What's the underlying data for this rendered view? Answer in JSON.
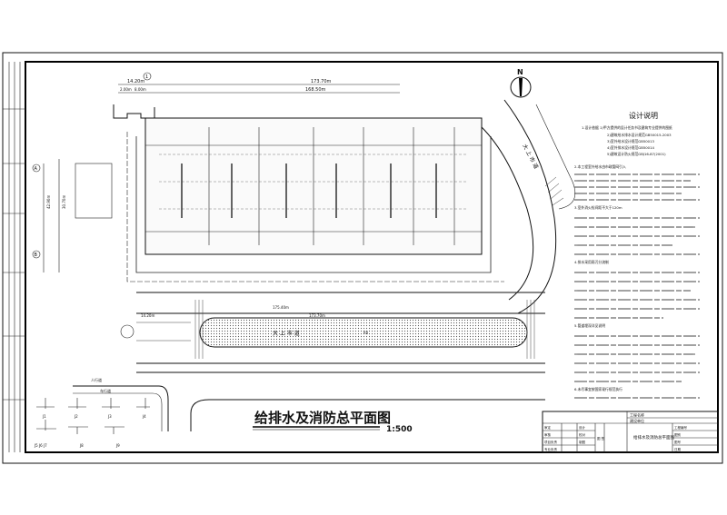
{
  "drawing": {
    "title": "给排水及消防总平面图",
    "scale": "1:500",
    "north_label": "N",
    "notes_title": "设计说明",
    "notes_lines": [
      "1.设计依据 1)甲方提供的设计任务书及建筑专业提供的图纸",
      "2)建筑给水排水设计规范GB50015-2003",
      "3)室外给水设计规范GB50013",
      "4)室外排水设计规范GB50014",
      "5)建筑设计防火规范GBJ16-87(2001)",
      "2.本工程室外给水由市政管网引入",
      "3.室外消火栓间距不大于120m",
      "4.排水采用雨污分流制",
      "5.管道埋深详见说明",
      "6.未尽事宜按国家现行规范执行"
    ],
    "road_north_east": "大 上 市 道",
    "road_south": "大 上 市 道",
    "road_code": "R0",
    "dims": {
      "top_total": "173.70m",
      "top_inner": "168.50m",
      "left_offset": "14.20m",
      "left_a": "2.00m",
      "left_b": "8.00m",
      "bottom_a": "175.40m",
      "bottom_total": "173.70m",
      "bottom_left": "14.20m",
      "side_a": "42.90m",
      "side_b": "30.70m"
    },
    "axis_labels": [
      "1",
      "A",
      "B"
    ],
    "title_block": {
      "project_name_label": "工程名称",
      "client_label": "建设单位",
      "drawing_name": "给排水及消防总平面图",
      "rows_left": [
        "审定",
        "审核",
        "项目负责",
        "专业负责"
      ],
      "rows_mid": [
        "设计",
        "校对",
        "制图"
      ],
      "rows_right": [
        "工程编号",
        "图别",
        "图号",
        "日期"
      ],
      "stamp": "图 签"
    },
    "detail_labels": [
      "J1",
      "J2",
      "J3",
      "J4",
      "J5 J6 J7",
      "J8",
      "J9"
    ],
    "road_labels": [
      "人行道",
      "车行道"
    ]
  }
}
